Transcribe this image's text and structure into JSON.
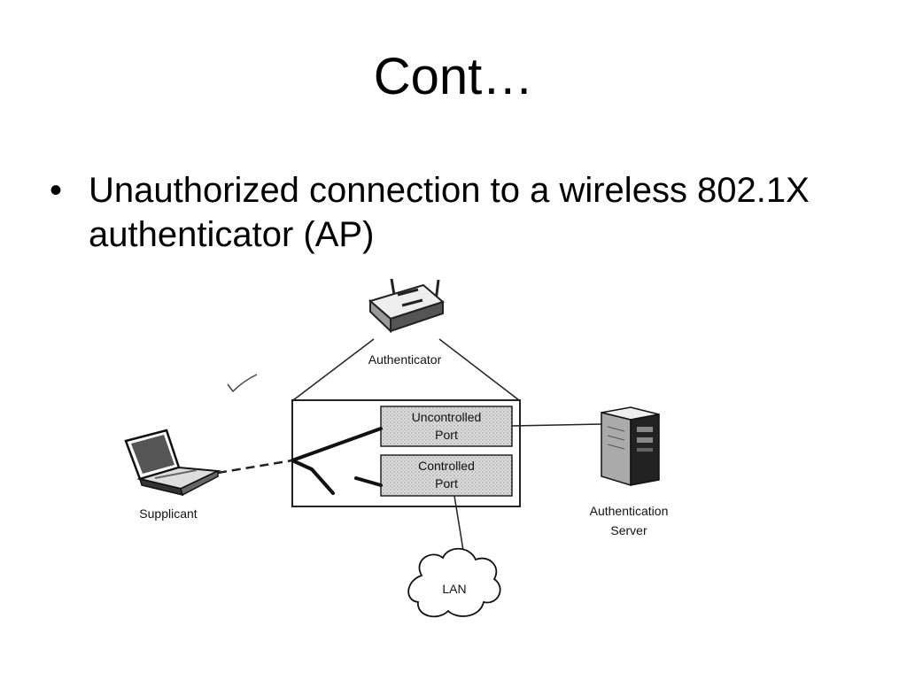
{
  "slide": {
    "title": "Cont…",
    "bullet_symbol": "•",
    "bullets": [
      "Unauthorized connection to a wireless 802.1X authenticator (AP)"
    ]
  },
  "diagram": {
    "nodes": {
      "authenticator": "Authenticator",
      "uncontrolled_port": [
        "Uncontrolled",
        "Port"
      ],
      "controlled_port": [
        "Controlled",
        "Port"
      ],
      "supplicant": "Supplicant",
      "authentication_server": [
        "Authentication",
        "Server"
      ],
      "lan": "LAN"
    },
    "port_fill": "#d9d9d9"
  }
}
